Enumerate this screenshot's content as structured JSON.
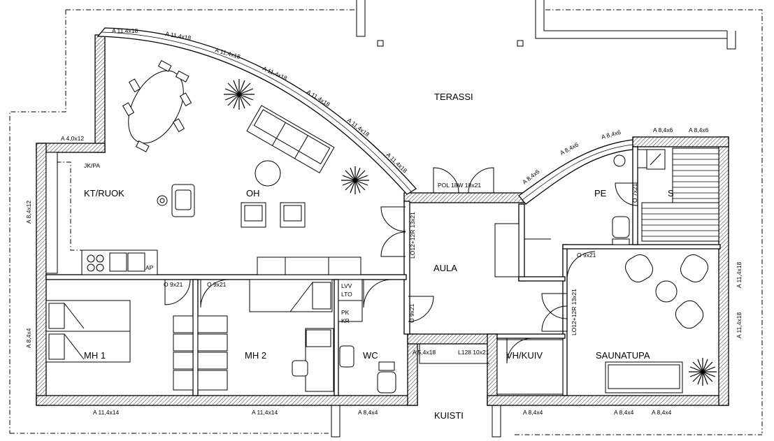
{
  "rooms": {
    "terassi": "TERASSI",
    "kt_ruok": "KT/RUOK",
    "oh": "OH",
    "pe": "PE",
    "s": "S",
    "aula": "AULA",
    "mh1": "MH 1",
    "mh2": "MH 2",
    "wc": "WC",
    "vh_kuiv": "VH/KUIV",
    "saunatupa": "SAUNATUPA",
    "kuisti": "KUISTI"
  },
  "labels": {
    "js_pa": "JK/PA",
    "ap": "AP",
    "lvv_lto": [
      "LVV",
      "LTO"
    ],
    "pk_kr": [
      "PK",
      "KR"
    ],
    "pol": "POL 18W 18x21",
    "o9x21": "O 9x21",
    "o7x21": "O 7x21",
    "lo12_a": "LO12+12R 13x21",
    "lo12_b": "LO12+12R 13x21",
    "l128": "L128 10x21"
  },
  "window_tags": {
    "a114x18": "A 11,4x18",
    "a114x14": "A 11,4x14",
    "a40x12": "A 4,0x12",
    "a84x12": "A 8,4x12",
    "a84x4": "A 8,4x4",
    "a84x6": "A 8,4x6",
    "a54x18": "A 5,4x18"
  }
}
